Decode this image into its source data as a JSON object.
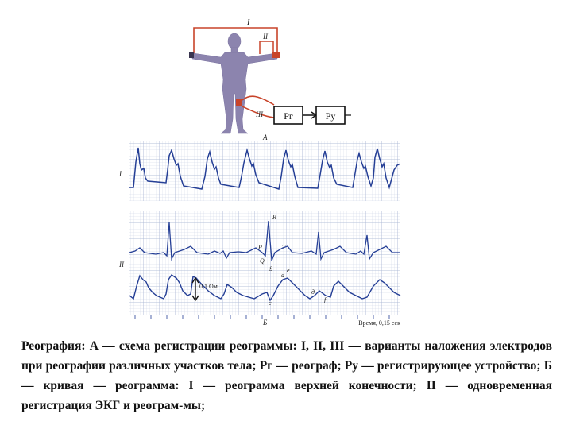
{
  "diagram": {
    "device_box_1": "Рг",
    "device_box_2": "Ру",
    "lead_labels": [
      "I",
      "II",
      "III"
    ],
    "panel_label_a": "А",
    "panel_label_b": "Б",
    "row_label_1": "I",
    "row_label_2": "II",
    "ecg_labels": {
      "r": "R",
      "p": "P",
      "t": "T",
      "q": "Q",
      "s": "S"
    },
    "rheo_labels": {
      "a": "а",
      "c": "с",
      "e": "е",
      "d": "д",
      "f": "f"
    },
    "calibration": "0,1 Ом",
    "time_label": "Время, 0,15 сек"
  },
  "caption": {
    "text": "Реография: А — схема регистрации реограммы: I, II, III — варианты наложения электродов при реографии различных участков тела; Рг — реограф; Ру — регистрирующее устройство; Б — кривая — реограмма: I — реограмма верхней конечности; II — одновременная регистрация ЭКГ и реограм-мы;"
  },
  "colors": {
    "wire": "#c8442a",
    "body": "#8c84ae",
    "grid": "#b8c4dc",
    "trace": "#253f96"
  }
}
